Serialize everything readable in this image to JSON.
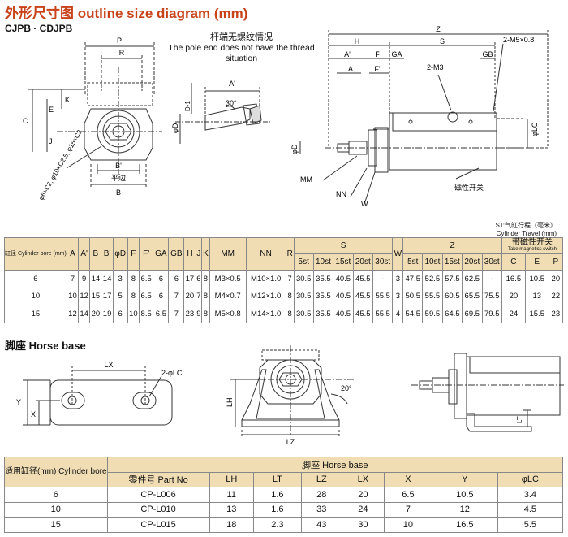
{
  "page": {
    "title": "外形尺寸图 outline size diagram (mm)",
    "model": "CJPB · CDJPB"
  },
  "diagrams": {
    "front_labels": {
      "p": "P",
      "r": "R",
      "k": "K",
      "e": "E",
      "c": "C",
      "j": "J",
      "b1": "B'",
      "flat": "平边",
      "b": "B",
      "f": "φ6×C2, φ10×C2.5, φ15×C3"
    },
    "rod_caption_cn": "杆端无螺纹情况",
    "rod_caption_en": "The pole end does not have the thread situation",
    "rod_labels": {
      "a1": "A'",
      "d1": "D-1",
      "angle": "30°",
      "d": "φD"
    },
    "side_labels": {
      "z": "Z",
      "h": "H",
      "s": "S",
      "a1": "A'",
      "f": "F",
      "ga": "GA",
      "m3": "2-M3",
      "gb": "GB",
      "m5": "2-M5×0.8",
      "a": "A",
      "f1": "F'",
      "lc": "φLC",
      "d": "φD",
      "mm": "MM",
      "nn": "NN",
      "w": "W",
      "mag": "磁性开关"
    }
  },
  "travel_note": {
    "cn": "ST:气缸行程（毫米）",
    "en": "Cylinder Travel (mm)"
  },
  "spec_table": {
    "head1": {
      "bore": "缸径 Cylinder bore (mm)",
      "a": "A",
      "a1": "A'",
      "b": "B",
      "b1": "B'",
      "d": "φD",
      "f": "F",
      "f1": "F'",
      "ga": "GA",
      "gb": "GB",
      "h": "H",
      "j": "J",
      "k": "K",
      "mm": "MM",
      "nn": "NN",
      "r": "R",
      "s": "S",
      "w": "W",
      "z": "Z",
      "mag": "带磁性开关",
      "mag_en": "Take magnetics switch"
    },
    "strokes": [
      "5st",
      "10st",
      "15st",
      "20st",
      "30st"
    ],
    "mag_cols": [
      "C",
      "E",
      "P"
    ],
    "rows": [
      [
        "6",
        "7",
        "9",
        "14",
        "14",
        "3",
        "8",
        "6.5",
        "6",
        "6",
        "17",
        "6",
        "8",
        "M3×0.5",
        "M10×1.0",
        "7",
        "30.5",
        "35.5",
        "40.5",
        "45.5",
        "-",
        "3",
        "47.5",
        "52.5",
        "57.5",
        "62.5",
        "-",
        "16.5",
        "10.5",
        "20"
      ],
      [
        "10",
        "10",
        "12",
        "15",
        "17",
        "5",
        "8",
        "6.5",
        "6",
        "7",
        "20",
        "7",
        "8",
        "M4×0.7",
        "M12×1.0",
        "8",
        "30.5",
        "35.5",
        "40.5",
        "45.5",
        "55.5",
        "3",
        "50.5",
        "55.5",
        "60.5",
        "65.5",
        "75.5",
        "20",
        "13",
        "22"
      ],
      [
        "15",
        "12",
        "14",
        "20",
        "19",
        "6",
        "10",
        "8.5",
        "6.5",
        "7",
        "23",
        "9",
        "8",
        "M5×0.8",
        "M14×1.0",
        "8",
        "30.5",
        "35.5",
        "40.5",
        "45.5",
        "55.5",
        "4",
        "54.5",
        "59.5",
        "64.5",
        "69.5",
        "79.5",
        "24",
        "15.5",
        "23"
      ]
    ]
  },
  "horse_base": {
    "title": "脚座 Horse base",
    "plate_labels": {
      "lx": "LX",
      "lc": "2-φLC",
      "y": "Y",
      "x": "X"
    },
    "front_labels": {
      "lh": "LH",
      "lz": "LZ",
      "angle": "20°"
    },
    "side_labels": {
      "lt": "LT"
    }
  },
  "base_table": {
    "head": {
      "bore": "适用缸径(mm) Cylinder bore",
      "title": "脚座 Horse base",
      "part": "零件号 Part No",
      "lh": "LH",
      "lt": "LT",
      "lz": "LZ",
      "lx": "LX",
      "x": "X",
      "y": "Y",
      "lc": "φLC"
    },
    "rows": [
      [
        "6",
        "CP-L006",
        "11",
        "1.6",
        "28",
        "20",
        "6.5",
        "10.5",
        "3.4"
      ],
      [
        "10",
        "CP-L010",
        "13",
        "1.6",
        "33",
        "24",
        "7",
        "12",
        "4.5"
      ],
      [
        "15",
        "CP-L015",
        "18",
        "2.3",
        "43",
        "30",
        "10",
        "16.5",
        "5.5"
      ]
    ]
  }
}
